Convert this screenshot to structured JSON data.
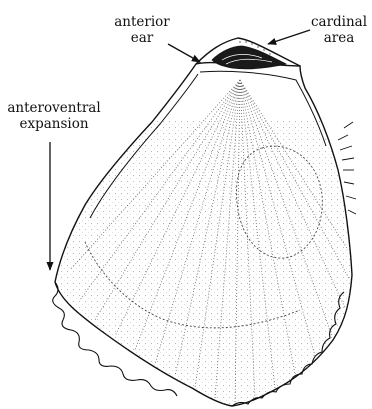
{
  "labels": {
    "anterior_ear": {
      "line1": "anterior",
      "line2": "ear"
    },
    "cardinal_area": {
      "line1": "cardinal",
      "line2": "area"
    },
    "anteroventral_expansion": {
      "line1": "anteroventral",
      "line2": "expansion"
    }
  },
  "colors": {
    "ink": "#111111",
    "stipple": "#555555",
    "background": "#ffffff"
  }
}
